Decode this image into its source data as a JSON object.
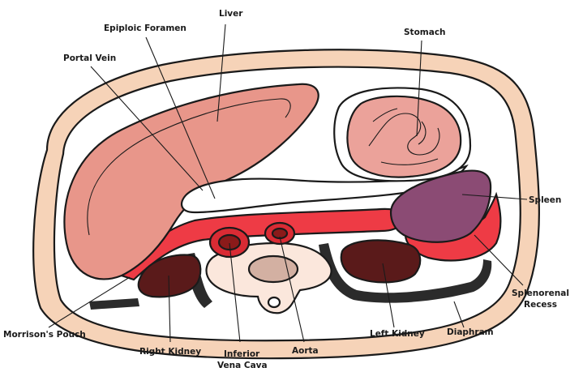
{
  "labels": {
    "liver": "Liver",
    "epiploic_foramen": "Epiploic Foramen",
    "portal_vein": "Portal Vein",
    "stomach": "Stomach",
    "spleen": "Spleen",
    "splenorenal_recess_line1": "Splenorenal",
    "splenorenal_recess_line2": "Recess",
    "diaphragm": "Diaphram",
    "left_kidney": "Left Kidney",
    "aorta": "Aorta",
    "ivc_line1": "Inferior",
    "ivc_line2": "Vena Cava",
    "right_kidney": "Right Kidney",
    "morrisons_pouch": "Morrison's Pouch"
  },
  "colors": {
    "skin": "#f6d3b8",
    "cavity": "#ffffff",
    "liver": "#e8968a",
    "peritoneal_red": "#ee3b45",
    "stomach": "#eba29a",
    "spleen": "#8b4b74",
    "kidney": "#5a1a1a",
    "vertebra": "#fbe7dc",
    "vertebral_body": "#d3b0a2",
    "diaphragm": "#2b2b2b",
    "vessel_outer": "#d92b34",
    "vessel_inner": "#8b1a1a"
  }
}
